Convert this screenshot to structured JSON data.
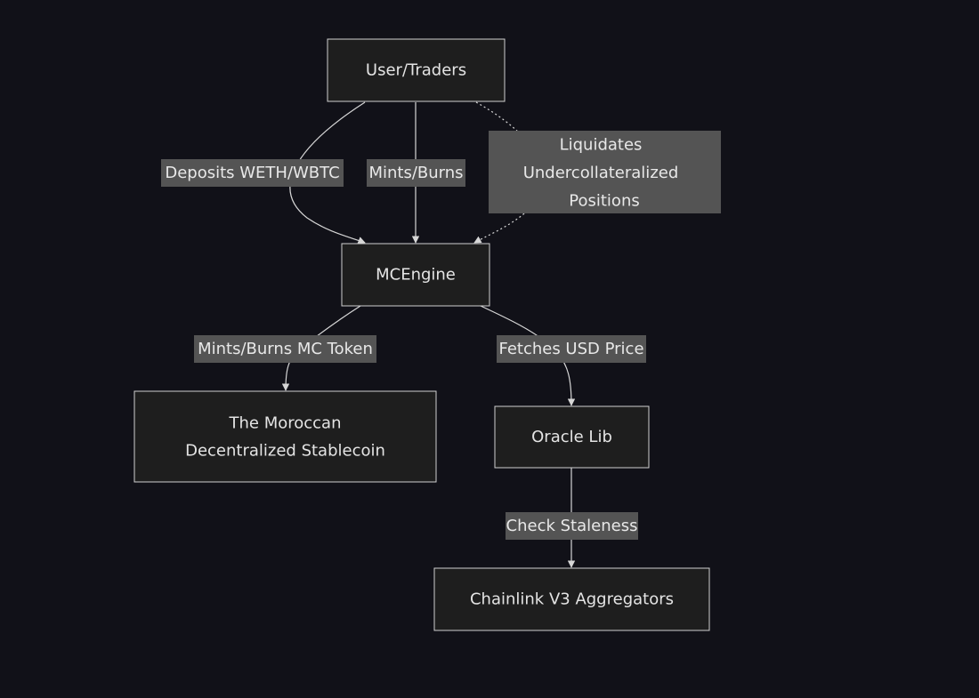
{
  "nodes": {
    "user_traders": "User/Traders",
    "mcengine": "MCEngine",
    "stablecoin": [
      "The Moroccan",
      "Decentralized Stablecoin"
    ],
    "oracle_lib": "Oracle Lib",
    "chainlink": "Chainlink V3 Aggregators"
  },
  "edges": {
    "deposits": "Deposits WETH/WBTC",
    "mints_burns": "Mints/Burns",
    "liquidates": [
      "Liquidates",
      "Undercollateralized",
      "Positions"
    ],
    "mints_burns_token": "Mints/Burns MC Token",
    "fetches_price": "Fetches USD Price",
    "check_staleness": "Check Staleness"
  },
  "colors": {
    "background": "#111118",
    "node_fill": "#1e1e1e",
    "node_border": "#d0d0d0",
    "label_fill": "#545454",
    "text": "#e4e4e4"
  }
}
